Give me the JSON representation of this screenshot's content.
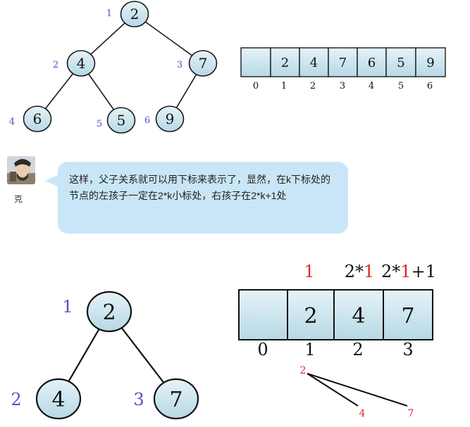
{
  "figure_top": {
    "nodes": [
      {
        "id": "n1",
        "value": "2",
        "index": "1"
      },
      {
        "id": "n2",
        "value": "4",
        "index": "2"
      },
      {
        "id": "n3",
        "value": "7",
        "index": "3"
      },
      {
        "id": "n4",
        "value": "6",
        "index": "4"
      },
      {
        "id": "n5",
        "value": "5",
        "index": "5"
      },
      {
        "id": "n6",
        "value": "9",
        "index": "6"
      }
    ],
    "edges": [
      [
        "n1",
        "n2"
      ],
      [
        "n1",
        "n3"
      ],
      [
        "n2",
        "n4"
      ],
      [
        "n2",
        "n5"
      ],
      [
        "n3",
        "n6"
      ]
    ],
    "array": {
      "cells": [
        "",
        "2",
        "4",
        "7",
        "6",
        "5",
        "9"
      ],
      "indices": [
        "0",
        "1",
        "2",
        "3",
        "4",
        "5",
        "6"
      ]
    }
  },
  "chat": {
    "author": "克",
    "message": "这样，父子关系就可以用下标来表示了，显然，在k下标处的节点的左孩子一定在2*k小标处，右孩子在2*k+1处"
  },
  "figure_bottom": {
    "nodes": [
      {
        "id": "m1",
        "value": "2",
        "index": "1"
      },
      {
        "id": "m2",
        "value": "4",
        "index": "2"
      },
      {
        "id": "m3",
        "value": "7",
        "index": "3"
      }
    ],
    "edges": [
      [
        "m1",
        "m2"
      ],
      [
        "m1",
        "m3"
      ]
    ],
    "array": {
      "cells": [
        "",
        "2",
        "4",
        "7"
      ],
      "indices": [
        "0",
        "1",
        "2",
        "3"
      ]
    },
    "annotations": {
      "over_cell_1": "1",
      "over_cell_2": {
        "prefix": "2*",
        "highlight": "1",
        "suffix": ""
      },
      "over_cell_3": {
        "prefix": "2*",
        "highlight": "1",
        "suffix": "+1"
      }
    },
    "pointer": {
      "from": "2",
      "to_left": "4",
      "to_right": "7"
    }
  },
  "colors": {
    "node_fill_top": "#e6f3f8",
    "node_fill_bottom": "#b6d8e5",
    "outline": "#1a1a1a",
    "index_label": "#5b4fc2",
    "highlight": "#e0262a",
    "bubble": "#c8e6f7"
  }
}
